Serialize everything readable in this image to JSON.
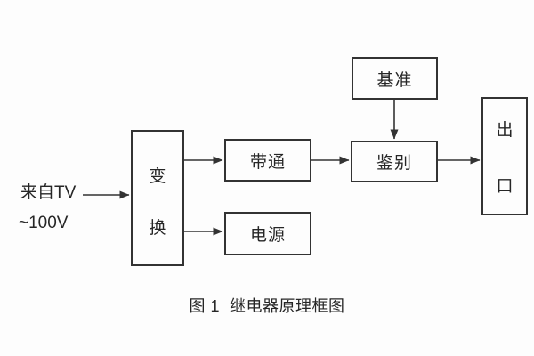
{
  "figure": {
    "caption": "图 1  继电器原理框图",
    "input_labels": {
      "line1": "来自TV",
      "line2": "~100V"
    }
  },
  "boxes": {
    "transform": {
      "chars": [
        "变",
        "换"
      ]
    },
    "bandpass": {
      "label": "带通"
    },
    "power": {
      "label": "电源"
    },
    "reference": {
      "label": "基准"
    },
    "discriminate": {
      "label": "鉴别"
    },
    "output": {
      "chars": [
        "出",
        "口"
      ]
    }
  },
  "connections": [
    {
      "from": "input-tv",
      "to": "transform"
    },
    {
      "from": "transform",
      "to": "bandpass"
    },
    {
      "from": "transform",
      "to": "power"
    },
    {
      "from": "bandpass",
      "to": "discriminate"
    },
    {
      "from": "reference",
      "to": "discriminate"
    },
    {
      "from": "discriminate",
      "to": "output"
    }
  ],
  "colors": {
    "background": "#fdfdfd",
    "line": "#333333",
    "text": "#262626"
  }
}
